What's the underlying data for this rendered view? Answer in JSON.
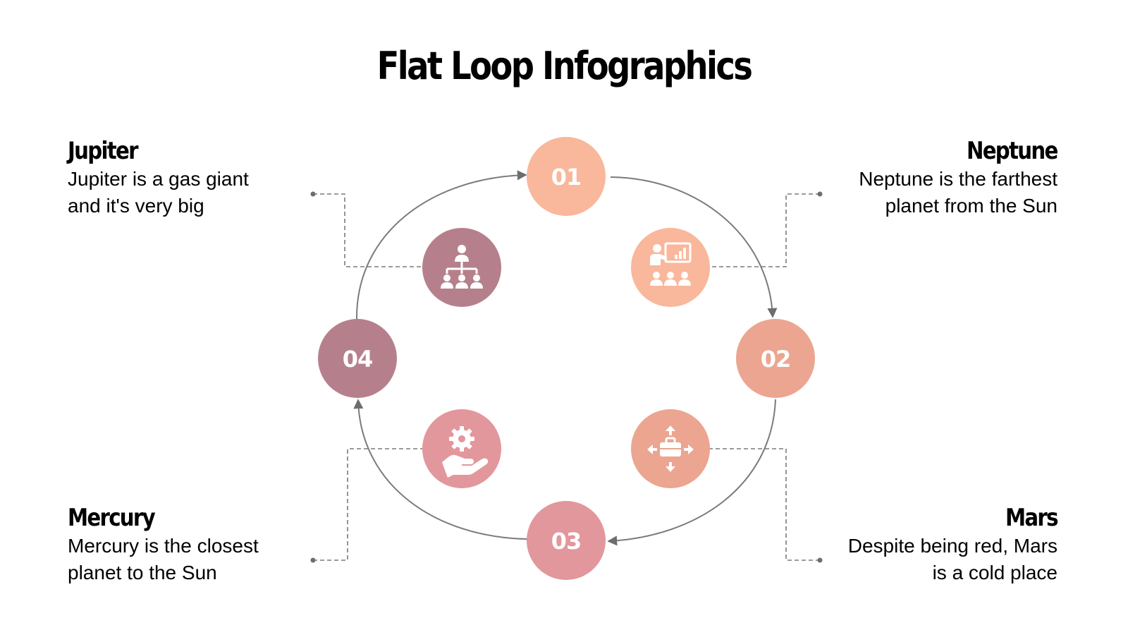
{
  "title": "Flat Loop Infographics",
  "colors": {
    "step_01": "#F9B79B",
    "step_02": "#EBA590",
    "step_03": "#E2979C",
    "step_04": "#B5808C",
    "connector": "#7a7a7a",
    "text": "#000000"
  },
  "steps": [
    {
      "number": "01"
    },
    {
      "number": "02"
    },
    {
      "number": "03"
    },
    {
      "number": "04"
    }
  ],
  "items": {
    "jupiter": {
      "heading": "Jupiter",
      "desc_line1": "Jupiter is a gas giant",
      "desc_line2": "and it's very big",
      "icon": "org-chart-icon"
    },
    "neptune": {
      "heading": "Neptune",
      "desc_line1": "Neptune is the farthest",
      "desc_line2": "planet from the Sun",
      "icon": "presentation-icon"
    },
    "mercury": {
      "heading": "Mercury",
      "desc_line1": "Mercury is the closest",
      "desc_line2": "planet to the Sun",
      "icon": "hand-gear-icon"
    },
    "mars": {
      "heading": "Mars",
      "desc_line1": "Despite being red, Mars",
      "desc_line2": "is a cold place",
      "icon": "briefcase-arrows-icon"
    }
  }
}
